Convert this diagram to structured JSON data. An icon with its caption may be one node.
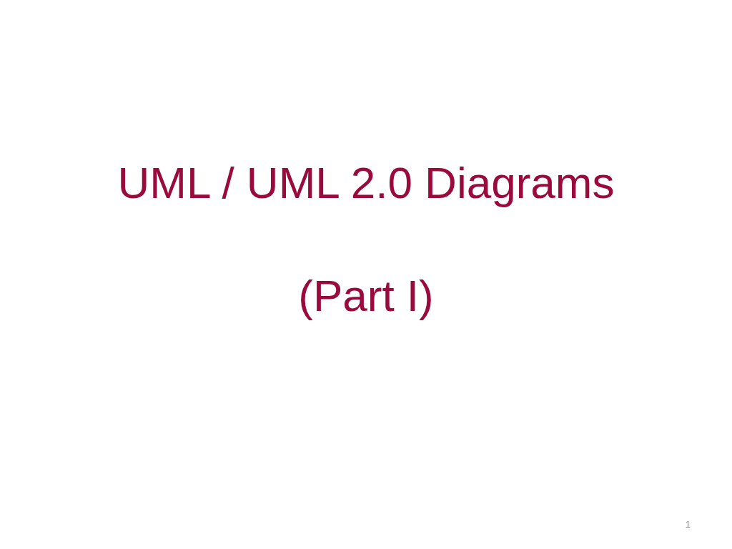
{
  "diagram": {
    "title": "UML / UML 2.0 Diagrams",
    "labels": [
      "(Part I)",
      "1"
    ]
  }
}
